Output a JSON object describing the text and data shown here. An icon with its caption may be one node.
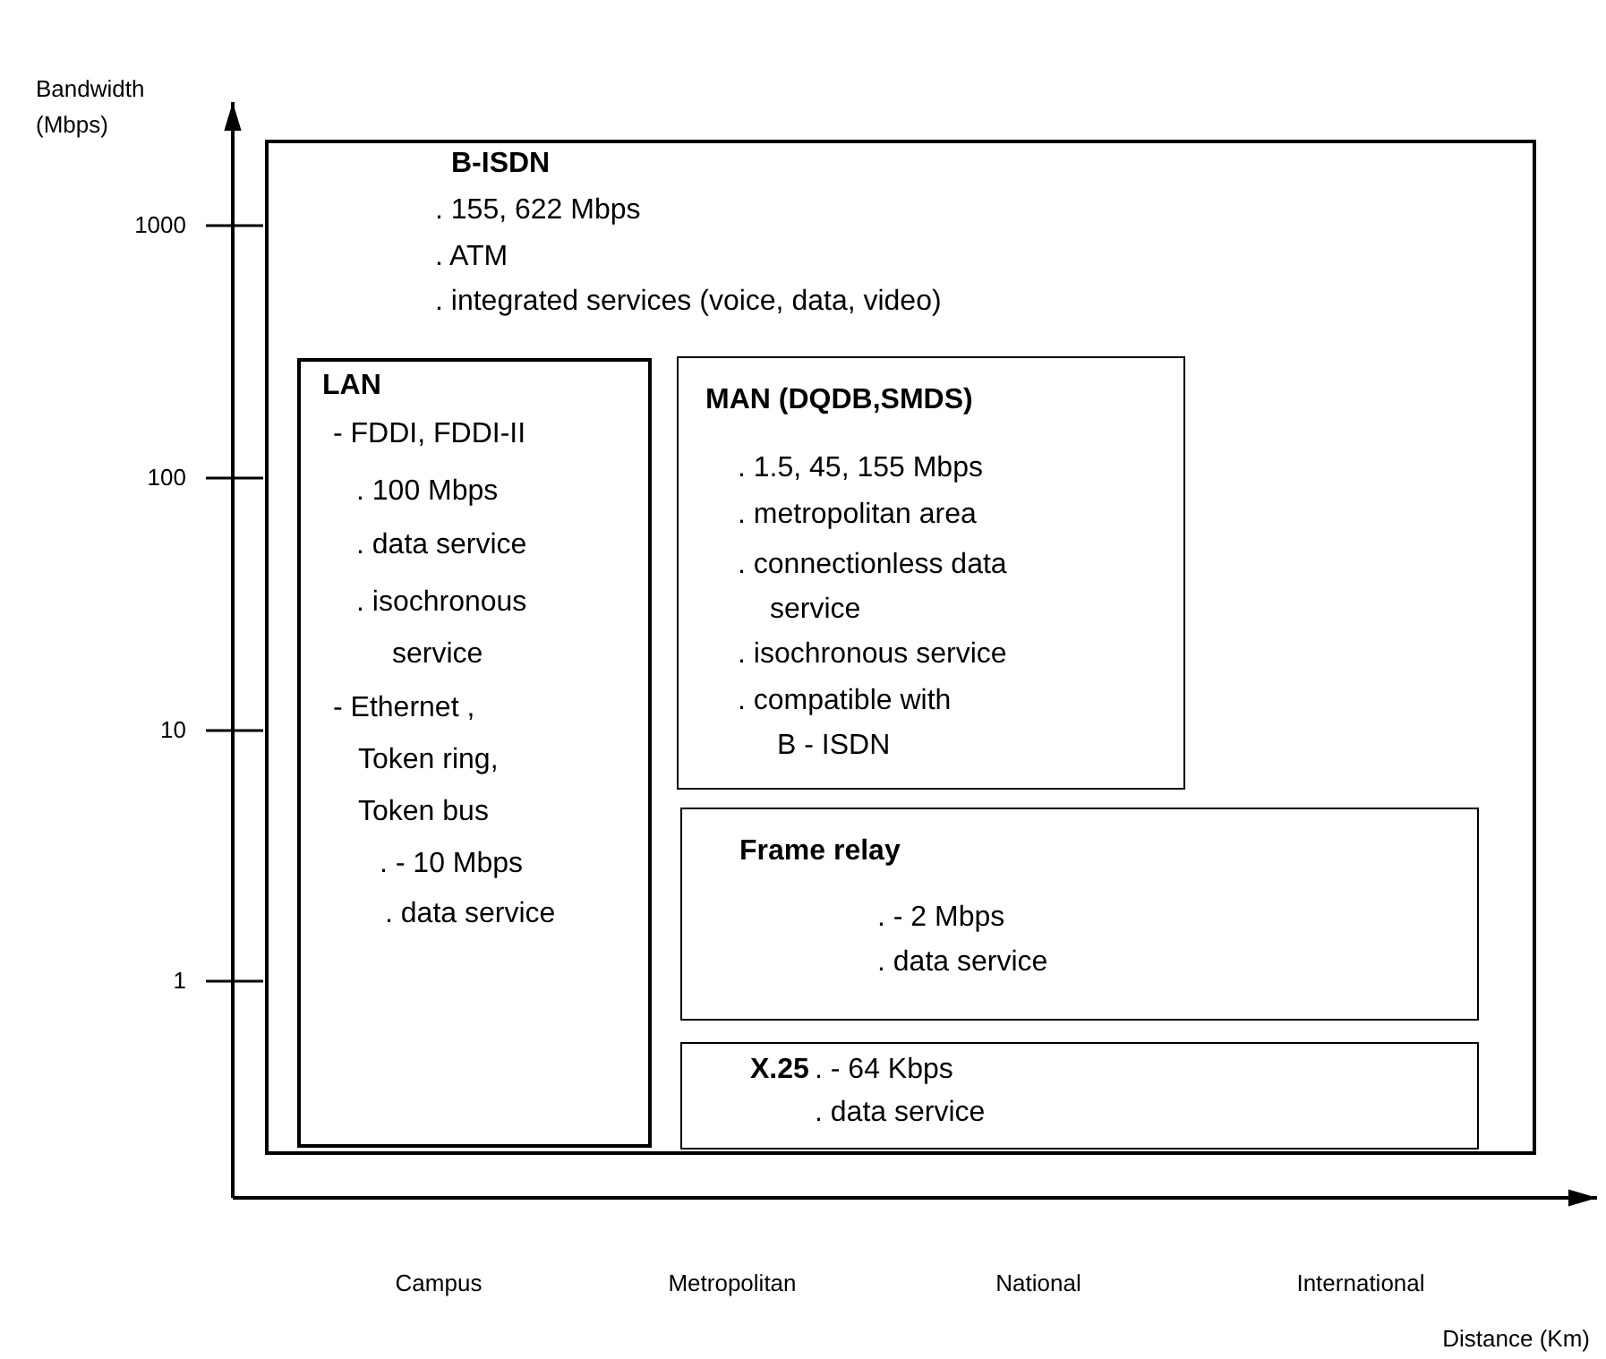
{
  "diagram": {
    "nodes": [
      {
        "text": [
          "B-ISDN",
          ". 155, 622 Mbps",
          ". ATM",
          ". integrated services (voice, data, video)"
        ]
      },
      {
        "text": [
          "LAN",
          "- FDDI, FDDI-II",
          ". 100 Mbps",
          ". data service",
          ". isochronous service",
          "- Ethernet , Token ring, Token bus",
          ". - 10 Mbps",
          ". data service"
        ],
        "in": 0
      },
      {
        "text": [
          "MAN (DQDB,SMDS)",
          ". 1.5, 45, 155 Mbps",
          ". metropolitan area",
          ". connectionless data service",
          ". isochronous service",
          ". compatible with B - ISDN"
        ],
        "in": 0
      },
      {
        "text": [
          "Frame relay",
          ". - 2 Mbps",
          ". data service"
        ],
        "in": 0
      },
      {
        "text": [
          "X.25",
          ". - 64 Kbps",
          ". data service"
        ],
        "in": 0
      }
    ],
    "labels": [
      "Bandwidth (Mbps)",
      "1000",
      "100",
      "10",
      "1",
      "Campus",
      "Metropolitan",
      "National",
      "International",
      "Distance (Km)"
    ]
  }
}
